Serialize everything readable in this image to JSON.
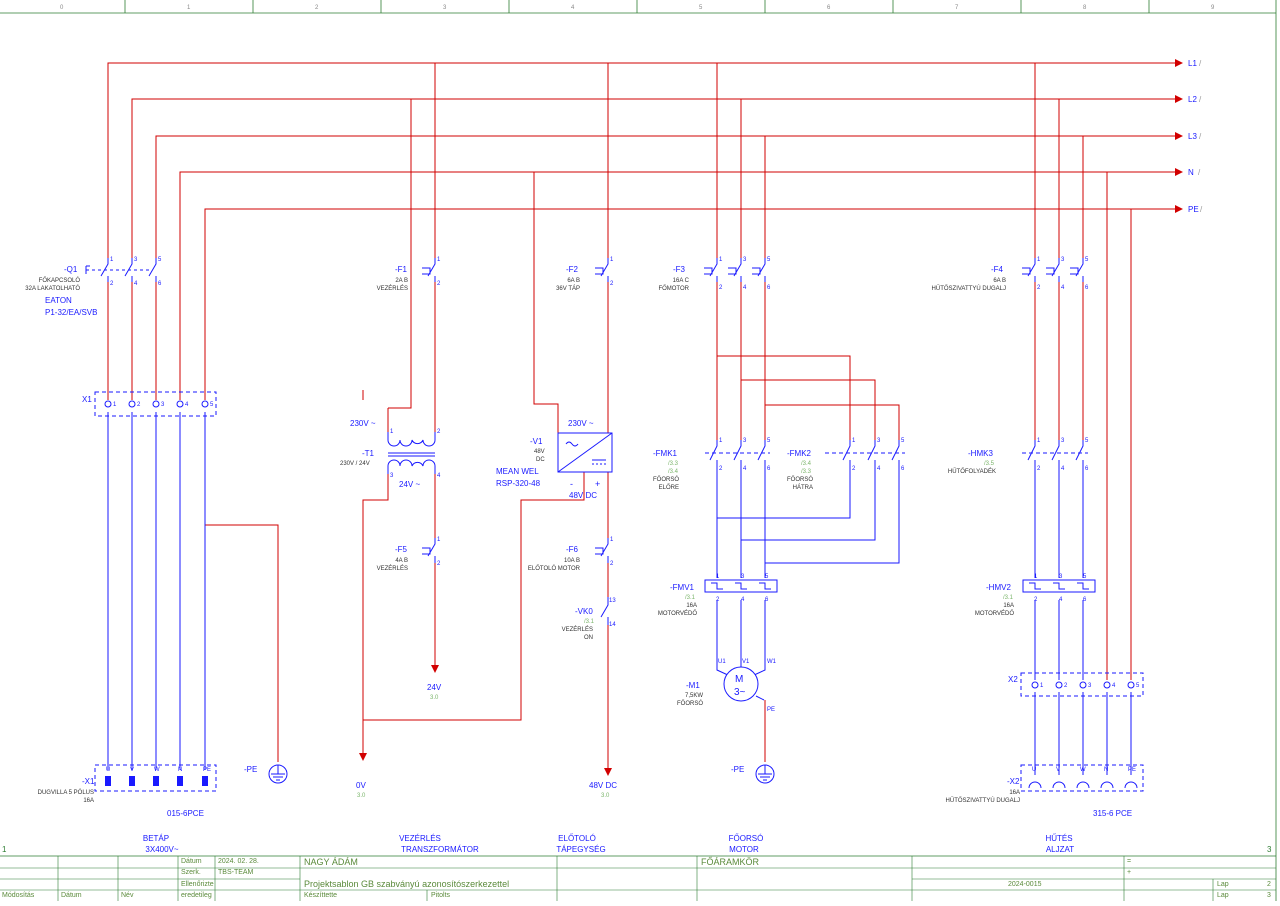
{
  "grid_columns": [
    "0",
    "1",
    "2",
    "3",
    "4",
    "5",
    "6",
    "7",
    "8",
    "9"
  ],
  "sheet_edge_labels": {
    "left": "1",
    "right": "3"
  },
  "buses": [
    {
      "label": "L1",
      "mark": "/"
    },
    {
      "label": "L2",
      "mark": "/"
    },
    {
      "label": "L3",
      "mark": "/"
    },
    {
      "label": "N",
      "mark": "/"
    },
    {
      "label": "PE",
      "mark": "/"
    }
  ],
  "q1": {
    "tag": "-Q1",
    "desc1": "FŐKAPCSOLÓ",
    "desc2": "32A LAKATOLHATÓ",
    "maker": "EATON",
    "type": "P1-32/EA/SVB",
    "pins_top": [
      "1",
      "3",
      "5"
    ],
    "pins_bottom": [
      "2",
      "4",
      "6"
    ]
  },
  "x1": {
    "tag": "X1",
    "pins": [
      "1",
      "2",
      "3",
      "4",
      "5"
    ]
  },
  "x1plug": {
    "tag": "-X1",
    "desc1": "DUGVILLA 5 PÓLUS",
    "desc2": "16A",
    "pins": [
      "U",
      "V",
      "W",
      "N",
      "PE"
    ],
    "type": "015-6PCE"
  },
  "pe_symbol": "-PE",
  "f1": {
    "tag": "-F1",
    "rating": "2A B",
    "desc": "VEZÉRLÉS",
    "p1": "1",
    "p2": "2"
  },
  "t1": {
    "tag": "-T1",
    "desc": "230V / 24V",
    "primary": "230V ~",
    "secondary": "24V ~",
    "p1": "1",
    "p2": "2",
    "p3": "3",
    "p4": "4"
  },
  "f5": {
    "tag": "-F5",
    "rating": "4A B",
    "desc": "VEZÉRLÉS",
    "p1": "1",
    "p2": "2"
  },
  "out_24v": {
    "label": "24V",
    "ref": "3.0"
  },
  "out_0v": {
    "label": "0V",
    "ref": "3.0"
  },
  "f2": {
    "tag": "-F2",
    "rating": "6A B",
    "desc": "36V TÁP",
    "p1": "1",
    "p2": "2"
  },
  "v1": {
    "tag": "-V1",
    "desc1": "48V",
    "desc2": "DC",
    "maker": "MEAN WEL",
    "type": "RSP-320-48",
    "input": "230V ~",
    "output": "48V DC",
    "minus": "-",
    "plus": "+"
  },
  "f6": {
    "tag": "-F6",
    "rating": "10A B",
    "desc": "ELŐTOLÓ MOTOR",
    "p1": "1",
    "p2": "2"
  },
  "vk0": {
    "tag": "-VK0",
    "ref": "/3.1",
    "desc1": "VEZÉRLÉS",
    "desc2": "ON",
    "p1": "13",
    "p2": "14"
  },
  "out_48v": {
    "label": "48V DC",
    "ref": "3.0"
  },
  "f3": {
    "tag": "-F3",
    "rating": "16A C",
    "desc": "FŐMOTOR",
    "pins_top": [
      "1",
      "3",
      "5"
    ],
    "pins_bottom": [
      "2",
      "4",
      "6"
    ]
  },
  "fmk1": {
    "tag": "-FMK1",
    "ref1": "/3.3",
    "ref2": "/3.4",
    "desc1": "FŐORSÓ",
    "desc2": "ELŐRE",
    "pins_top": [
      "1",
      "3",
      "5"
    ],
    "pins_bottom": [
      "2",
      "4",
      "6"
    ]
  },
  "fmk2": {
    "tag": "-FMK2",
    "ref1": "/3.4",
    "ref2": "/3.3",
    "desc1": "FŐORSÓ",
    "desc2": "HÁTRA",
    "pins_top": [
      "1",
      "3",
      "5"
    ],
    "pins_bottom": [
      "2",
      "4",
      "6"
    ]
  },
  "fmv1": {
    "tag": "-FMV1",
    "ref": "/3.1",
    "rating": "16A",
    "desc": "MOTORVÉDŐ",
    "pins_top": [
      "1",
      "3",
      "5"
    ],
    "pins_bottom": [
      "2",
      "4",
      "6"
    ]
  },
  "m1": {
    "tag": "-M1",
    "symbol": "M",
    "phase": "3~",
    "power": "7,5KW",
    "desc": "FŐORSÓ",
    "pins": [
      "U1",
      "V1",
      "W1"
    ],
    "pe": "PE"
  },
  "f4": {
    "tag": "-F4",
    "rating": "6A B",
    "desc": "HŰTŐSZIVATTYÚ DUGALJ",
    "pins_top": [
      "1",
      "3",
      "5"
    ],
    "pins_bottom": [
      "2",
      "4",
      "6"
    ]
  },
  "hmk3": {
    "tag": "-HMK3",
    "ref": "/3.5",
    "desc": "HŰTŐFOLYADÉK",
    "pins_top": [
      "1",
      "3",
      "5"
    ],
    "pins_bottom": [
      "2",
      "4",
      "6"
    ]
  },
  "hmv2": {
    "tag": "-HMV2",
    "ref": "/3.1",
    "rating": "16A",
    "desc": "MOTORVÉDŐ",
    "pins_top": [
      "1",
      "3",
      "5"
    ],
    "pins_bottom": [
      "2",
      "4",
      "6"
    ]
  },
  "x2": {
    "tag": "X2",
    "pins": [
      "1",
      "2",
      "3",
      "4",
      "5"
    ]
  },
  "x2sock": {
    "tag": "-X2",
    "desc1": "16A",
    "desc2": "HŰTŐSZIVATTYÚ DUGALJ",
    "pins": [
      "U",
      "V",
      "W",
      "N",
      "PE"
    ],
    "type": "315-6 PCE"
  },
  "sections": [
    {
      "l1": "BETÁP",
      "l2": "3X400V~"
    },
    {
      "l1": "VEZÉRLÉS",
      "l2": "TRANSZFORMÁTOR"
    },
    {
      "l1": "ELŐTOLÓ",
      "l2": "TÁPEGYSÉG"
    },
    {
      "l1": "FŐORSÓ",
      "l2": "MOTOR"
    },
    {
      "l1": "HŰTÉS",
      "l2": "ALJZAT"
    }
  ],
  "title_block": {
    "label_datum": "Dátum",
    "date": "2024. 02. 28.",
    "label_szerk": "Szerk.",
    "team": "TBS-TEAM",
    "label_ellenorizte": "Ellenőrizte",
    "label_eredetileg": "eredetileg",
    "label_modositas": "Módosítás",
    "label_datum2": "Dátum",
    "label_nev": "Név",
    "author": "NAGY ÁDÁM",
    "project": "Projektsablon GB szabványú azonosítószerkezettel",
    "label_keszitette": "Készíttette",
    "label_pitolts": "Pitolts",
    "sheet_title": "FŐÁRAMKÖR",
    "eq": "=",
    "plus": "+",
    "doc_no": "2024-0015",
    "label_lap": "Lap",
    "page": "2",
    "label_lap2": "Lap",
    "pages": "3"
  }
}
